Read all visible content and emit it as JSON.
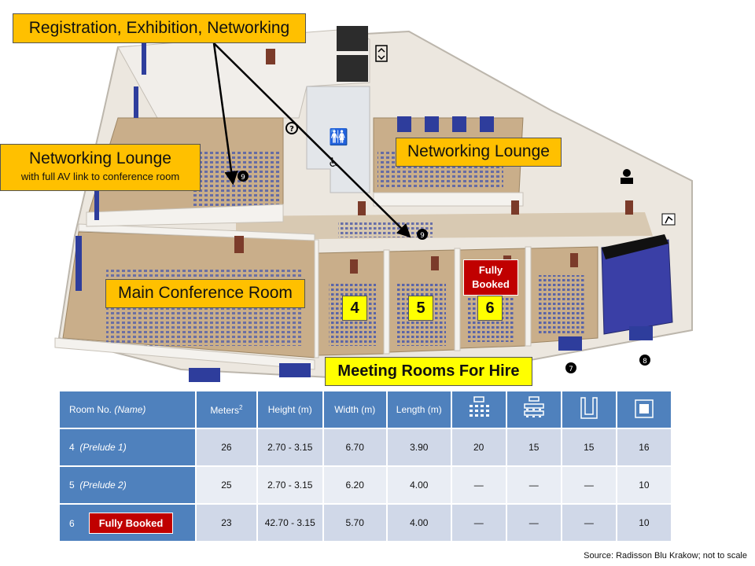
{
  "callouts": {
    "registration": "Registration, Exhibition, Networking",
    "lounge_left_title": "Networking Lounge",
    "lounge_left_sub": "with full AV link to conference room",
    "lounge_right": "Networking Lounge",
    "main_conference": "Main Conference Room",
    "meeting_rooms": "Meeting Rooms For Hire",
    "fully_booked": "Fully Booked"
  },
  "room_numbers": [
    "4",
    "5",
    "6"
  ],
  "markers": [
    "9",
    "9",
    "7",
    "8"
  ],
  "table": {
    "headers": {
      "room_plain": "Room No. ",
      "room_italic": "(Name)",
      "meters": "Meters",
      "meters_sup": "2",
      "height": "Height (m)",
      "width": "Width (m)",
      "length": "Length (m)"
    },
    "layout_icons": [
      "theatre-layout-icon",
      "classroom-layout-icon",
      "u-shape-layout-icon",
      "boardroom-layout-icon"
    ],
    "rows": [
      {
        "no": "4",
        "name": "(Prelude 1)",
        "meters": "26",
        "height": "2.70 - 3.15",
        "width": "6.70",
        "length": "3.90",
        "c1": "20",
        "c2": "15",
        "c3": "15",
        "c4": "16"
      },
      {
        "no": "5",
        "name": "(Prelude 2)",
        "meters": "25",
        "height": "2.70 - 3.15",
        "width": "6.20",
        "length": "4.00",
        "c1": "—",
        "c2": "—",
        "c3": "—",
        "c4": "10"
      },
      {
        "no": "6",
        "badge": "Fully Booked",
        "meters": "23",
        "height": "42.70 - 3.15",
        "width": "5.70",
        "length": "4.00",
        "c1": "—",
        "c2": "—",
        "c3": "—",
        "c4": "10"
      }
    ]
  },
  "source": "Source: Radisson Blu Krakow; not to scale",
  "colors": {
    "callout_orange": "#ffc000",
    "highlight_yellow": "#ffff00",
    "booked_red": "#c00000",
    "table_header_blue": "#4f81bd",
    "floor_tan": "#c9ae8a",
    "chair_blue": "#4a5aa8"
  }
}
